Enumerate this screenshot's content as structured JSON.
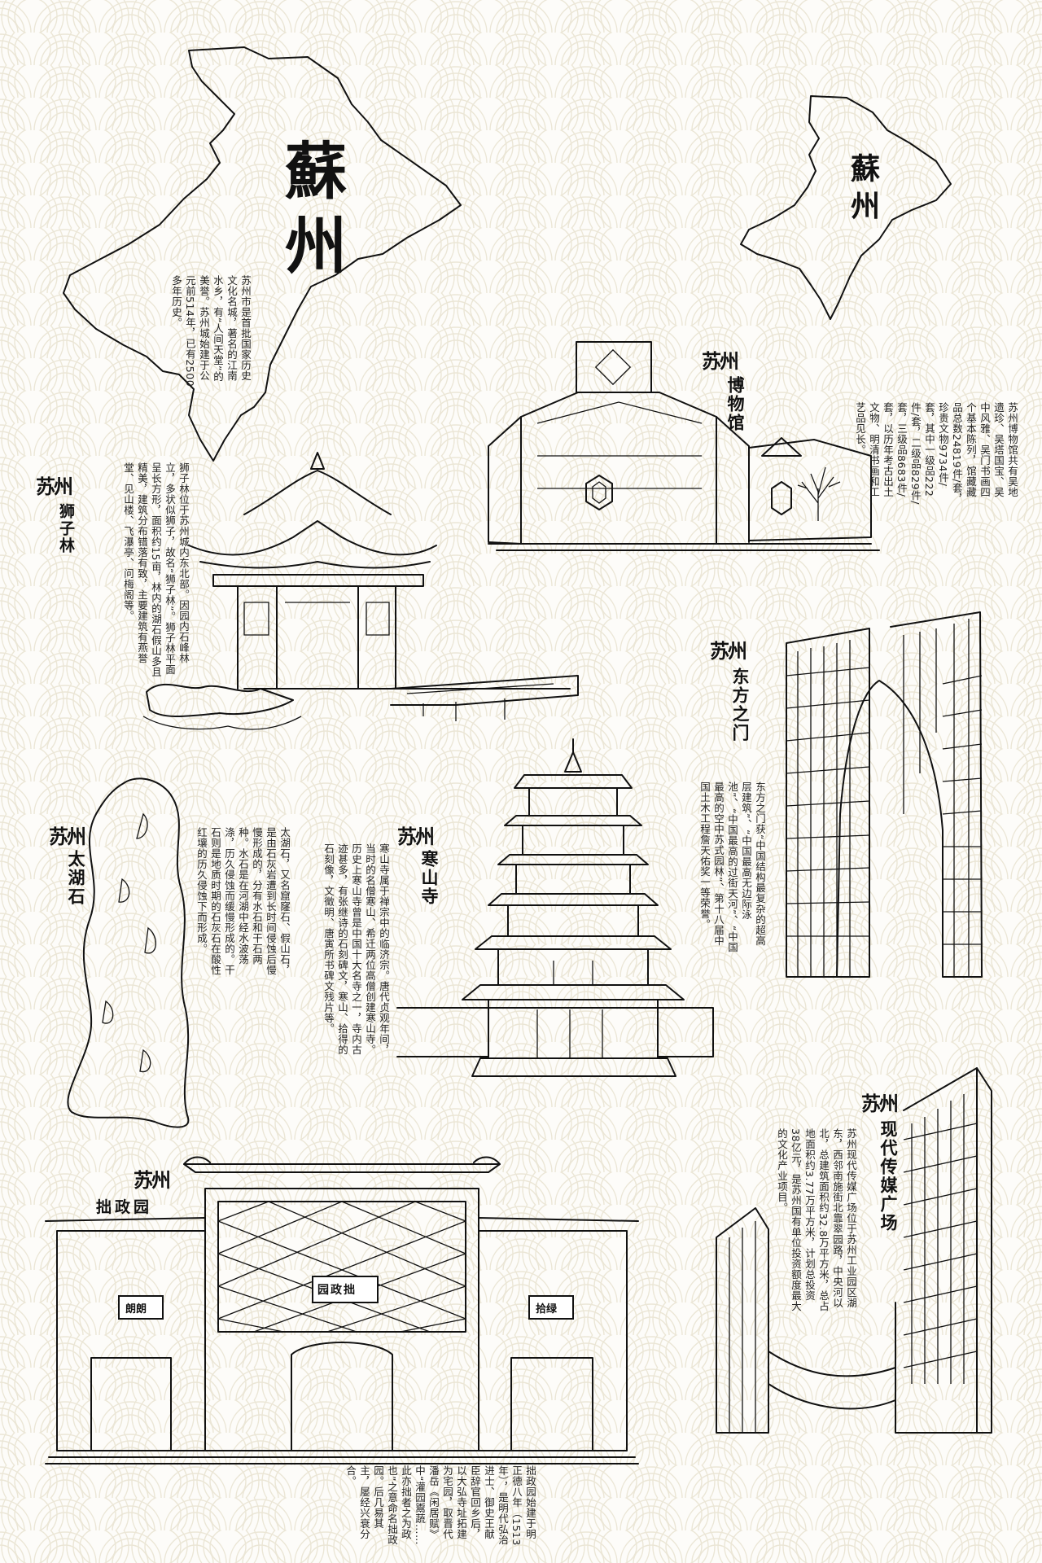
{
  "map_main": {
    "title": "蘇州"
  },
  "map_small": {
    "title": "蘇州"
  },
  "intro": {
    "text": "苏州市是首批国家历史文化名城，著名的江南水乡，有“人间天堂”的美誉。苏州城始建于公元前514年，已有2500多年历史。"
  },
  "brand": "苏州",
  "sections": [
    {
      "id": "museum",
      "name": "博物馆",
      "text": "苏州博物馆共有吴地遗珍、吴塔国宝、吴中风雅、吴门书画四个基本陈列，馆藏藏品总数24819件/套，珍贵文物9734件/套，其中一级品222件/套，二级品829件/套，三级品8683件/套，以历年考古出土文物、明清书画和工艺品见长。"
    },
    {
      "id": "lion-grove",
      "name": "狮子林",
      "text": "狮子林位于苏州城内东北部。因园内石峰林立，多状似狮子，故名“狮子林”。狮子林平面呈长方形，面积约15亩，林内的湖石假山多且精美，建筑分布错落有致，主要建筑有燕誉堂、见山楼、飞瀑亭、问梅阁等。"
    },
    {
      "id": "gate-orient",
      "name": "东方之门",
      "text": "东方之门获“中国结构最复杂的超高层建筑”、“中国最高无边际泳池”、“中国最高的过街天河”、“中国最高的空中苏式园林”、第十八届中国土木工程詹天佑奖一等荣誉。"
    },
    {
      "id": "taihu-stone",
      "name": "太湖石",
      "text": "太湖石，又名窟窿石、假山石，是由石灰岩遭到长时间侵蚀后慢慢形成的，分有水石和干石两种。水石是在河湖中经水波荡涤，历久侵蚀而缓慢形成的。干石则是地质时期的石灰石在酸性红壤的历久侵蚀下而形成。"
    },
    {
      "id": "hanshan",
      "name": "寒山寺",
      "text": "寒山寺属于禅宗中的临济宗。唐代贞观年间，当时的名僧寒山、希迁两位高僧创建寒山寺。历史上寒山寺曾是中国十大名寺之一，寺内古迹甚多，有张继诗的石刻碑文，寒山、拾得的石刻像，文徵明、唐寅所书碑文残片等。"
    },
    {
      "id": "humble",
      "name": "拙政园",
      "text": "拙政园始建于明正德八年（1513年），是明代弘治进士、御史王献臣辞官回乡后，以大弘寺址拓建为宅园，取晋代潘岳《闲居赋》中“灌园鬻蔬……此亦拙者之为政也”之意命名拙政园。后几易其主，屡经兴衰分合。"
    },
    {
      "id": "media",
      "name": "现代传媒广场",
      "text": "苏州现代传媒广场位于苏州工业园区湖东，西邻南施街北靠翠园路，中央河以北，总建筑面积约32.8万平方米，总占地面积约3.77万平方米，计划总投资38亿元，是苏州国有单位投资额度最大的文化产业项目。"
    }
  ],
  "plaques": {
    "main": "园政拙",
    "left": "朗朗",
    "right": "拾绿"
  }
}
